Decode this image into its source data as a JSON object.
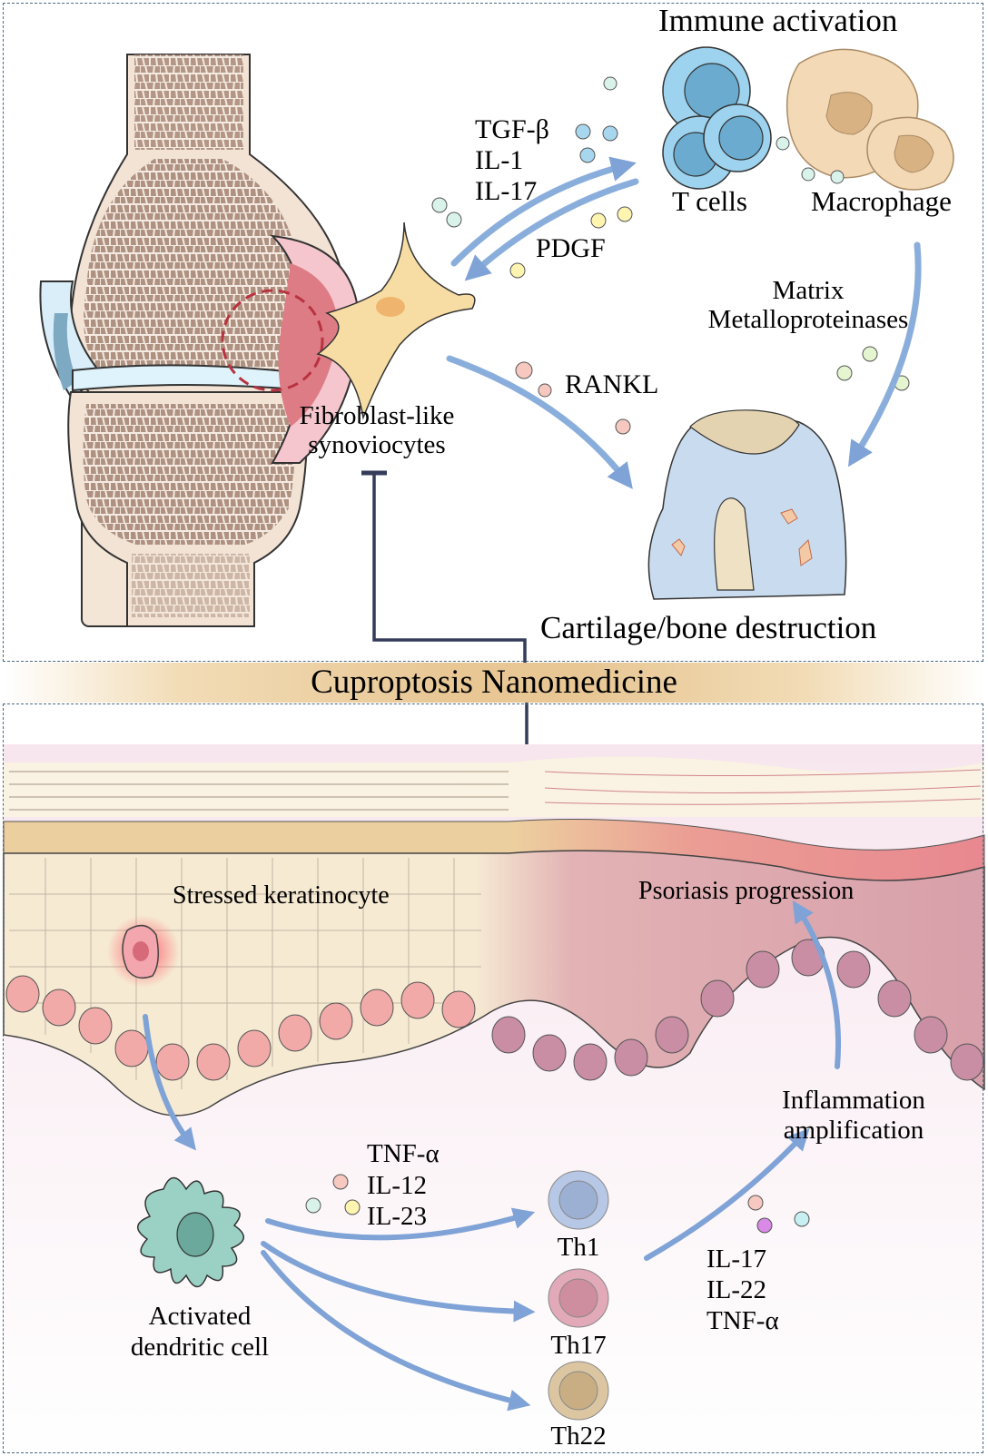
{
  "figure": {
    "center_banner": "Cuproptosis Nanomedicine",
    "arthritis_panel": {
      "heading": "Immune activation",
      "cells": {
        "t_cells": "T cells",
        "macrophage": "Macrophage",
        "fibroblast": [
          "Fibroblast-like",
          "synoviocytes"
        ]
      },
      "cytokines_to_immune": [
        "TGF-β",
        "IL-1",
        "IL-17"
      ],
      "cytokine_to_fibroblast": "PDGF",
      "enzymes": [
        "Matrix",
        "Metalloproteinases"
      ],
      "bone_factor": "RANKL",
      "outcome": "Cartilage/bone destruction"
    },
    "psoriasis_panel": {
      "stressed_cell": "Stressed keratinocyte",
      "progression": "Psoriasis progression",
      "dendritic_cell": [
        "Activated",
        "dendritic cell"
      ],
      "dc_cytokines": [
        "TNF-α",
        "IL-12",
        "IL-23"
      ],
      "t_helper_cells": [
        "Th1",
        "Th17",
        "Th22"
      ],
      "th_cytokines": [
        "IL-17",
        "IL-22",
        "TNF-α"
      ],
      "amplification": [
        "Inflammation",
        "amplification"
      ]
    },
    "colors": {
      "arrow": "#7fa3d6",
      "inhibition_line": "#343c5a",
      "panel_border": "#4d6a80",
      "banner": "#e8c795",
      "t_cell": "#8fcbe8",
      "macrophage": "#f3d9b5",
      "fibroblast": "#f7dda3",
      "bone": "#a88878",
      "synovium": "#de7c86",
      "cartilage": "#c9e4f2",
      "skin_normal": "#f6ead3",
      "skin_psoriatic": "#dba6ad",
      "dendritic_cell": "#9bd1c4",
      "th1": "#b7c8e6",
      "th17": "#e2a9b8",
      "th22": "#dcc6a2"
    }
  }
}
